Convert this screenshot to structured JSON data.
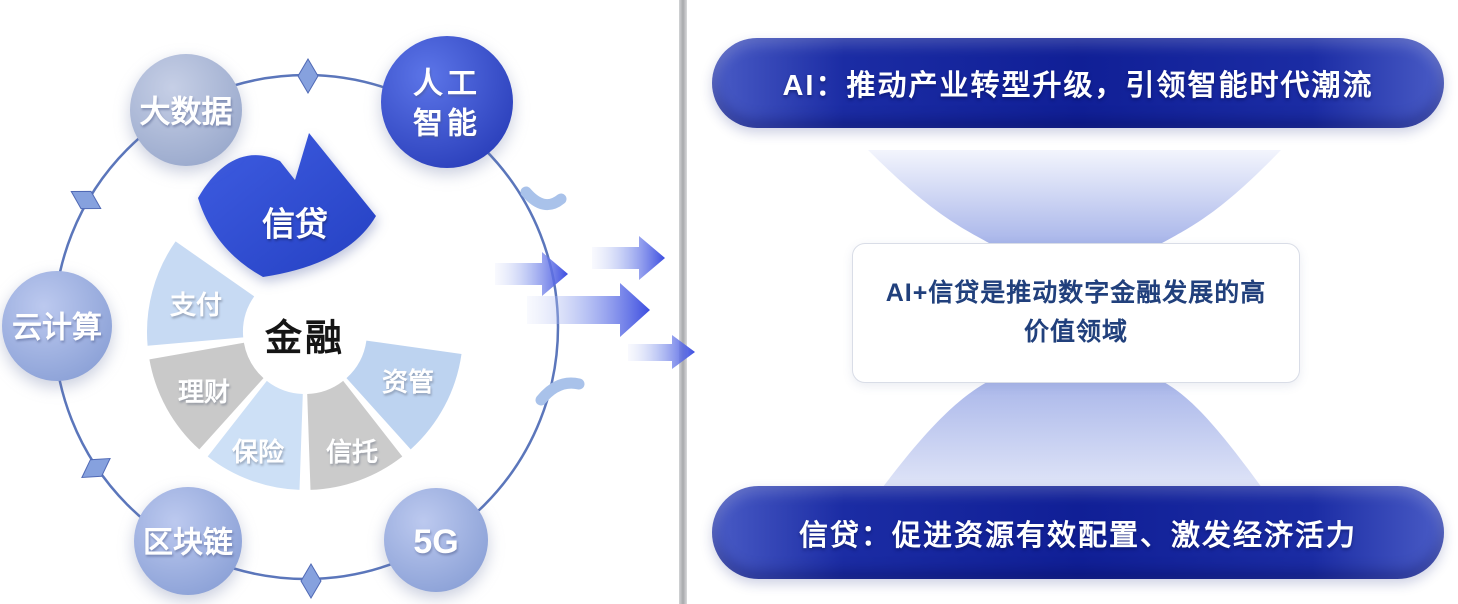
{
  "left_diagram": {
    "center_label": "金融",
    "highlight_segment": "信贷",
    "segments": [
      {
        "label": "支付"
      },
      {
        "label": "理财"
      },
      {
        "label": "保险"
      },
      {
        "label": "信托"
      },
      {
        "label": "资管"
      }
    ],
    "tech_bubbles": [
      {
        "id": "big-data",
        "label": "大数据"
      },
      {
        "id": "artificial-intelligence",
        "line1": "人工",
        "line2": "智能"
      },
      {
        "id": "cloud-computing",
        "label": "云计算"
      },
      {
        "id": "blockchain",
        "label": "区块链"
      },
      {
        "id": "five-g",
        "label": "5G"
      }
    ]
  },
  "right_panel": {
    "top_banner": "AI：推动产业转型升级，引领智能时代潮流",
    "center_card": {
      "line1": "AI+信贷是推动数字金融发展的高",
      "line2": "价值领域"
    },
    "bottom_banner": "信贷：促进资源有效配置、激发经济活力"
  },
  "colors": {
    "banner_navy": "#101f96",
    "banner_edge": "#4a5cc6",
    "highlight_blue": "#2f4ccd",
    "ai_bubble_blue": "#2e44c4",
    "periwinkle_bubble": "#8fa4d6",
    "gray_bubble": "#9fafd0",
    "slice_light_blue": "#c7daf3",
    "slice_gray": "#c9c9c9",
    "funnel_blue": "#a9b6ea",
    "card_text_navy": "#21407c",
    "orbit_stroke": "#5b76bb",
    "divider_gray": "#b0b1b4"
  }
}
